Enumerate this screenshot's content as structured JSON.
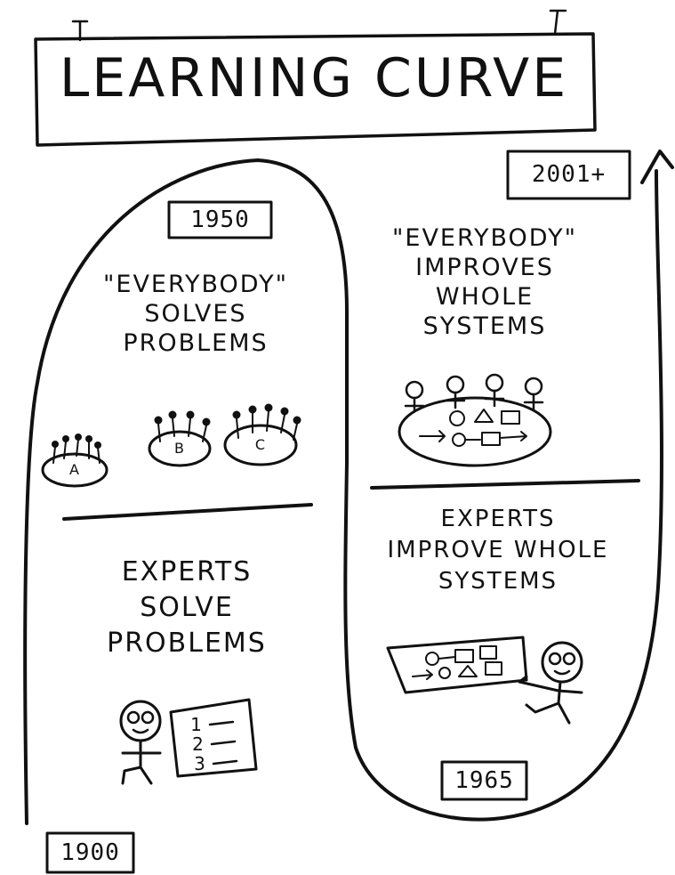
{
  "title": "LEARNING CURVE",
  "years": {
    "y1900": "1900",
    "y1950": "1950",
    "y1965": "1965",
    "y2001": "2001+"
  },
  "left_upper": {
    "lines": [
      "\"EVERYBODY\"",
      "SOLVES",
      "PROBLEMS"
    ]
  },
  "left_lower": {
    "lines": [
      "EXPERTS",
      "SOLVE",
      "PROBLEMS"
    ]
  },
  "right_upper": {
    "lines": [
      "\"EVERYBODY\"",
      "IMPROVES",
      "WHOLE",
      "SYSTEMS"
    ]
  },
  "right_lower": {
    "lines": [
      "EXPERTS",
      "IMPROVE WHOLE",
      "SYSTEMS"
    ]
  },
  "group_labels": [
    "A",
    "B",
    "C"
  ],
  "checklist": [
    "1",
    "2",
    "3"
  ]
}
